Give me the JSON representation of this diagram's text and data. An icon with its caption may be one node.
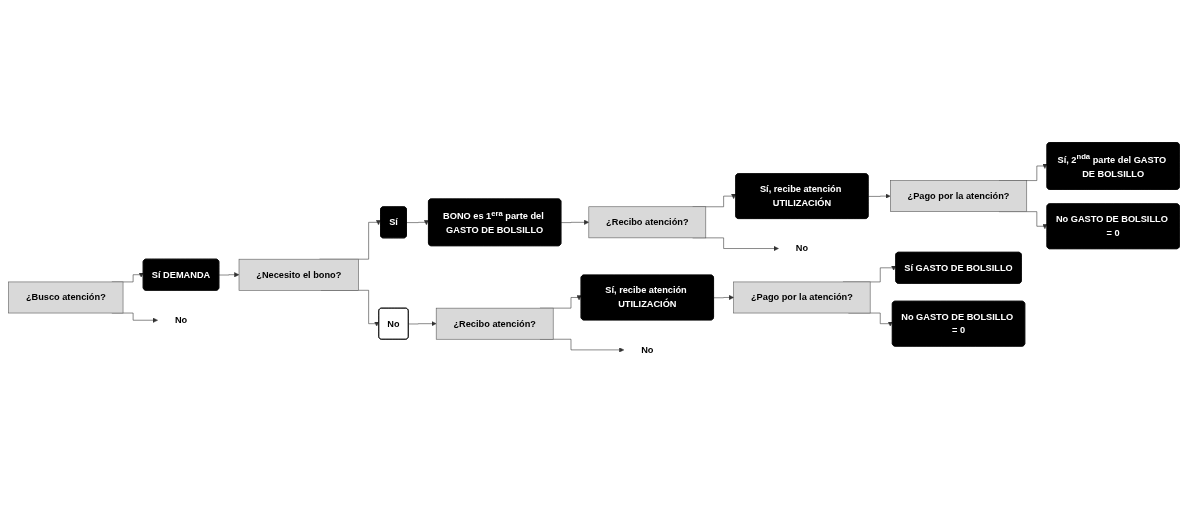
{
  "diagram": {
    "nodes": [
      {
        "text": [
          "¿Busco atención?"
        ]
      },
      {
        "text": [
          "Sí DEMANDA"
        ]
      },
      {
        "text": [
          "No"
        ]
      },
      {
        "text": [
          "¿Necesito el bono?"
        ]
      },
      {
        "text": [
          "Sí"
        ]
      },
      {
        "text": [
          "No"
        ]
      },
      {
        "text": [
          "BONO es 1$^{era}$ parte del GASTO DE BOLSILLO"
        ]
      },
      {
        "text": [
          "¿Recibo atención?"
        ]
      },
      {
        "text": [
          "Sí, recibe atención UTILIZACIÓN"
        ]
      },
      {
        "text": [
          "No"
        ]
      },
      {
        "text": [
          "¿Pago por la atención?"
        ]
      },
      {
        "text": [
          "Sí, 2$^{nda}$ parte del GASTO DE BOLSILLO"
        ]
      },
      {
        "text": [
          "No GASTO DE BOLSILLO = 0"
        ]
      },
      {
        "text": [
          "¿Recibo atención?"
        ]
      },
      {
        "text": [
          "Sí, recibe atención UTILIZACIÓN"
        ]
      },
      {
        "text": [
          "No"
        ]
      },
      {
        "text": [
          "¿Pago por la atención?"
        ]
      },
      {
        "text": [
          "Sí GASTO DE BOLSILLO"
        ]
      },
      {
        "text": [
          "No GASTO DE BOLSILLO = 0"
        ]
      }
    ],
    "edges": [
      {
        "from": 0,
        "to": 1,
        "arrow": "to"
      },
      {
        "from": 0,
        "to": 2,
        "arrow": "to"
      },
      {
        "from": 1,
        "to": 3,
        "arrow": "to"
      },
      {
        "from": 3,
        "to": 4,
        "arrow": "to"
      },
      {
        "from": 3,
        "to": 5,
        "arrow": "to"
      },
      {
        "from": 4,
        "to": 6,
        "arrow": "to"
      },
      {
        "from": 6,
        "to": 7,
        "arrow": "to"
      },
      {
        "from": 7,
        "to": 8,
        "arrow": "to"
      },
      {
        "from": 7,
        "to": 9,
        "arrow": "to"
      },
      {
        "from": 8,
        "to": 10,
        "arrow": "to"
      },
      {
        "from": 10,
        "to": 11,
        "arrow": "to"
      },
      {
        "from": 10,
        "to": 12,
        "arrow": "to"
      },
      {
        "from": 5,
        "to": 13,
        "arrow": "to"
      },
      {
        "from": 13,
        "to": 14,
        "arrow": "to"
      },
      {
        "from": 13,
        "to": 15,
        "arrow": "to"
      },
      {
        "from": 14,
        "to": 16,
        "arrow": "to"
      },
      {
        "from": 16,
        "to": 17,
        "arrow": "to"
      },
      {
        "from": 16,
        "to": 18,
        "arrow": "to"
      }
    ]
  }
}
